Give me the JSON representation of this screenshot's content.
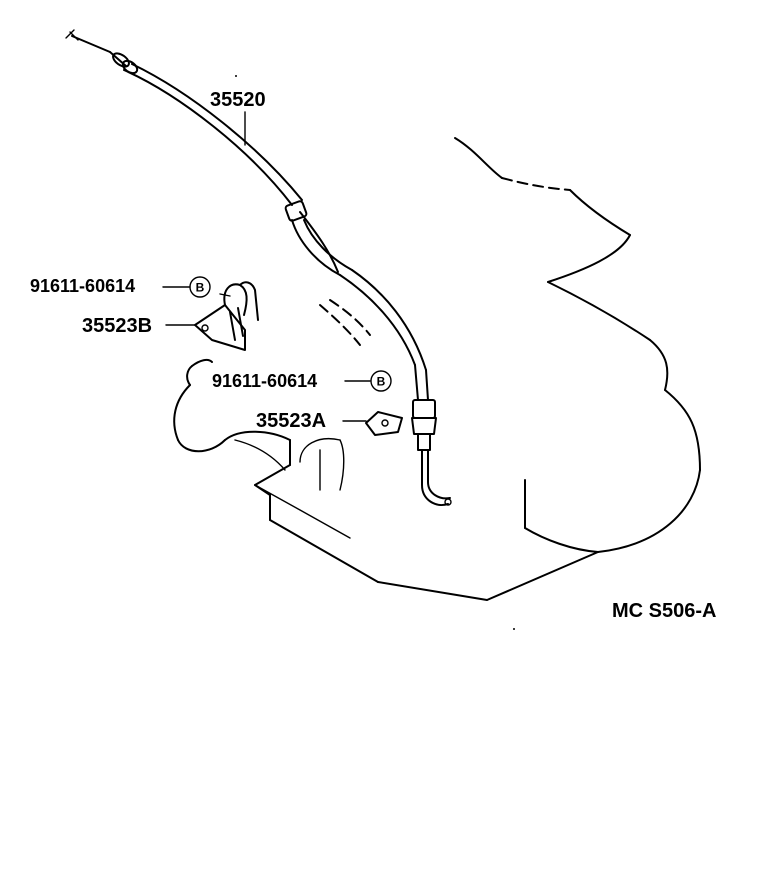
{
  "parts": {
    "cable": "35520",
    "bolt_upper": "91611-60614",
    "bracket_b": "35523B",
    "bolt_lower": "91611-60614",
    "bracket_a": "35523A"
  },
  "badges": {
    "upper": "B",
    "lower": "B"
  },
  "diagram_code": "MC S506-A"
}
